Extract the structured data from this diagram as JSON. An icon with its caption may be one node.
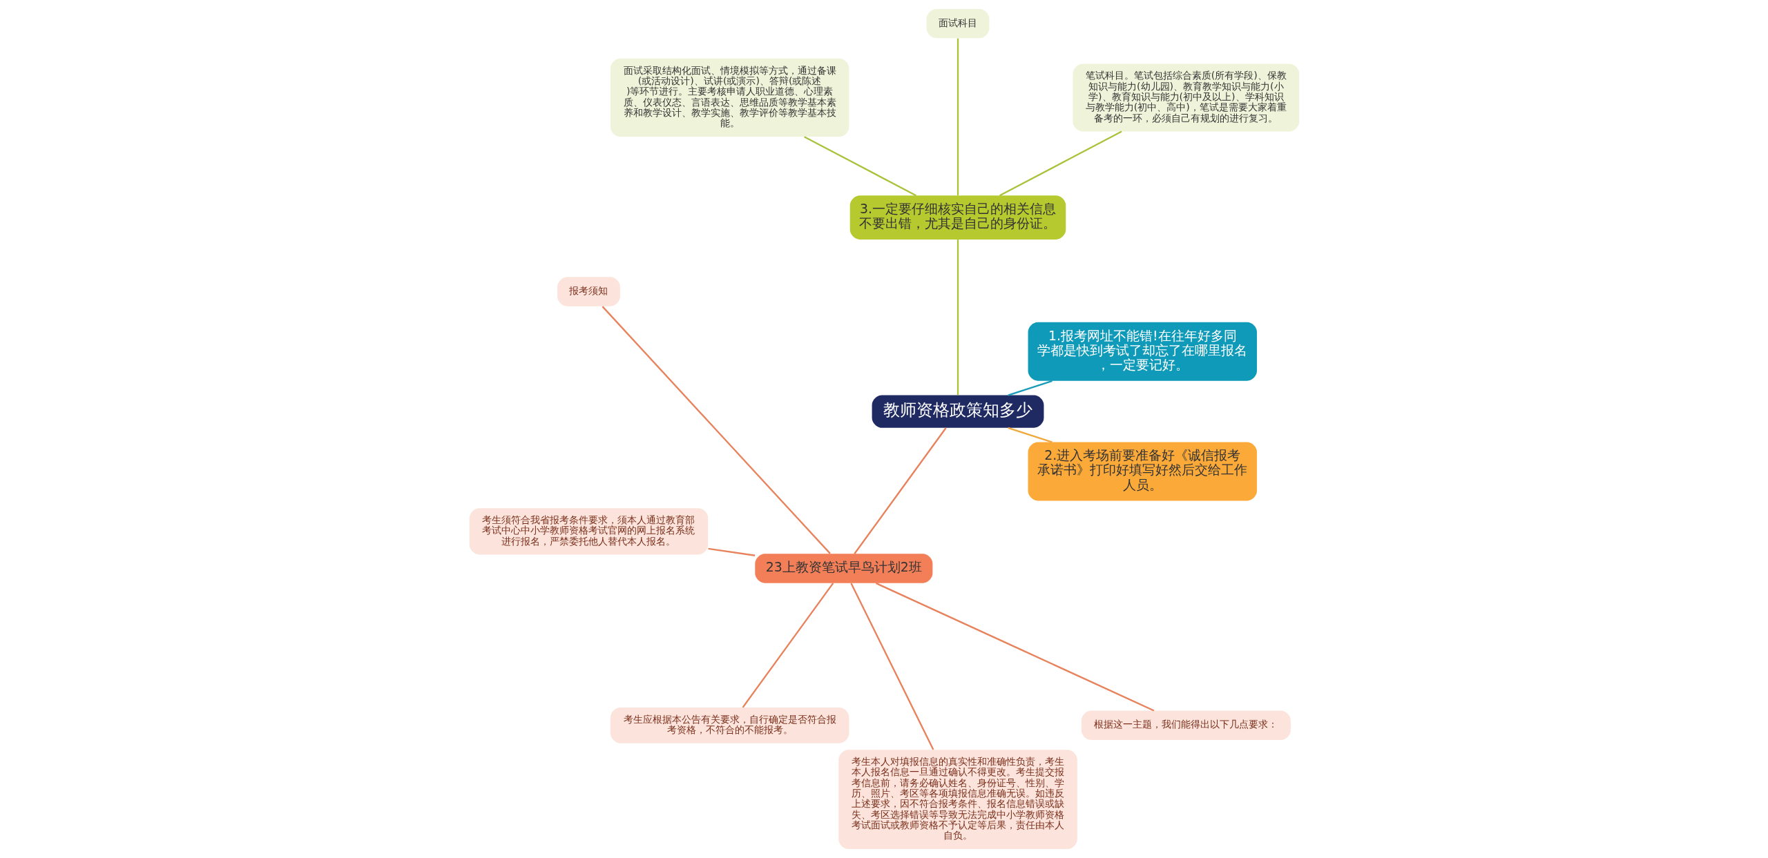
{
  "diagram": {
    "nodes": [
      {
        "text": [
          "教师资格政策知多少"
        ]
      },
      {
        "text": [
          "1.报考网址不能错!在往年好多同学都是快到考试了却忘了在哪里报名，一定要记好。"
        ]
      },
      {
        "text": [
          "3.一定要仔细核实自己的相关信息不要出错，尤其是自己的身份证。"
        ]
      },
      {
        "text": [
          "笔试科目。笔试包括综合素质(所有学段)、保教知识与能力(幼儿园)、教育教学知识与能力(小学)、教育知识与能力(初中及以上)、学科知识与教学能力(初中、高中)，笔试是需要大家着重备考的一环，必须自己有规划的进行复习。"
        ]
      },
      {
        "text": [
          "面试科目"
        ]
      },
      {
        "text": [
          "面试采取结构化面试、情境模拟等方式，通过备课(或活动设计)、试讲(或演示)、答辩(或陈述)等环节进行。主要考核申请人职业道德、心理素质、仪表仪态、言语表达、思维品质等教学基本素养和教学设计、教学实施、教学评价等教学基本技能。"
        ]
      },
      {
        "text": [
          "23上教资笔试早鸟计划2班"
        ]
      },
      {
        "text": [
          "报考须知"
        ]
      },
      {
        "text": [
          "考生须符合我省报考条件要求，须本人通过教育部考试中心中小学教师资格考试官网的网上报名系统进行报名，严禁委托他人替代本人报名。"
        ]
      },
      {
        "text": [
          "考生应根据本公告有关要求，自行确定是否符合报考资格，不符合的不能报考。"
        ]
      },
      {
        "text": [
          "考生本人对填报信息的真实性和准确性负责，考生本人报名信息一旦通过确认不得更改。考生提交报考信息前，请务必确认姓名、身份证号、性别、学历、照片、考区等各项填报信息准确无误。如违反上述要求，因不符合报考条件、报名信息错误或缺失、考区选择错误等导致无法完成中小学教师资格考试面试或教师资格不予认定等后果，责任由本人自负。"
        ]
      },
      {
        "text": [
          "根据这一主题，我们能得出以下几点要求："
        ]
      },
      {
        "text": [
          "2.进入考场前要准备好《诚信报考承诺书》打印好填写好然后交给工作人员。"
        ]
      }
    ],
    "edges": [
      {
        "from": 0,
        "to": 1,
        "arrow": "none",
        "color": "#1a9bb8"
      },
      {
        "from": 0,
        "to": 2,
        "arrow": "none",
        "color": "#a8c23a"
      },
      {
        "from": 2,
        "to": 3,
        "arrow": "none",
        "color": "#a8c23a"
      },
      {
        "from": 2,
        "to": 4,
        "arrow": "none",
        "color": "#a8c23a"
      },
      {
        "from": 2,
        "to": 5,
        "arrow": "none",
        "color": "#a8c23a"
      },
      {
        "from": 0,
        "to": 6,
        "arrow": "none"
      },
      {
        "from": 6,
        "to": 7,
        "arrow": "none"
      },
      {
        "from": 6,
        "to": 8,
        "arrow": "none"
      },
      {
        "from": 6,
        "to": 9,
        "arrow": "none"
      },
      {
        "from": 6,
        "to": 10,
        "arrow": "none"
      },
      {
        "from": 6,
        "to": 11,
        "arrow": "none"
      },
      {
        "from": 0,
        "to": 12,
        "arrow": "none",
        "color": "#f0a83a"
      }
    ]
  }
}
